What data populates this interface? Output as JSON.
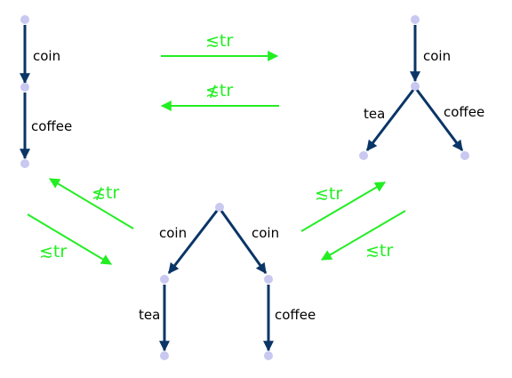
{
  "colors": {
    "edge": "#0a3566",
    "node": "#c8c8f0",
    "relation": "#22ee22",
    "text": "#000000"
  },
  "lts_left": {
    "action_1": "coin",
    "action_2": "coffee"
  },
  "lts_right": {
    "action_coin": "coin",
    "action_tea": "tea",
    "action_coffee": "coffee"
  },
  "lts_bottom": {
    "action_coin_left": "coin",
    "action_coin_right": "coin",
    "action_tea": "tea",
    "action_coffee": "coffee"
  },
  "relations": {
    "left_to_right": "≲tr",
    "right_to_left": "≴tr",
    "bottom_to_left": "≴tr",
    "left_to_bottom": "≲tr",
    "bottom_to_right": "≲tr",
    "right_to_bottom": "≲tr"
  }
}
